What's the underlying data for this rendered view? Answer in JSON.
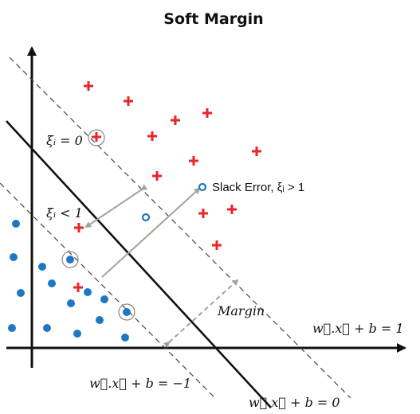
{
  "title": "Soft Margin",
  "labels": {
    "xi_zero": "ξᵢ = 0",
    "xi_less_one": "ξᵢ < 1",
    "slack_error": "Slack Error, ξᵢ > 1",
    "margin": "Margin",
    "upper_hyperplane": "w⃗.x⃗ + b = 1",
    "lower_hyperplane": "w⃗.x⃗ + b = −1",
    "decision_boundary": "w⃗.x⃗ + b = 0"
  },
  "colors": {
    "plus": "#e8262a",
    "dot": "#1f77c4",
    "line": "#111111",
    "dashed": "#444444",
    "arrow": "#a0a498",
    "circle": "#888888"
  }
}
